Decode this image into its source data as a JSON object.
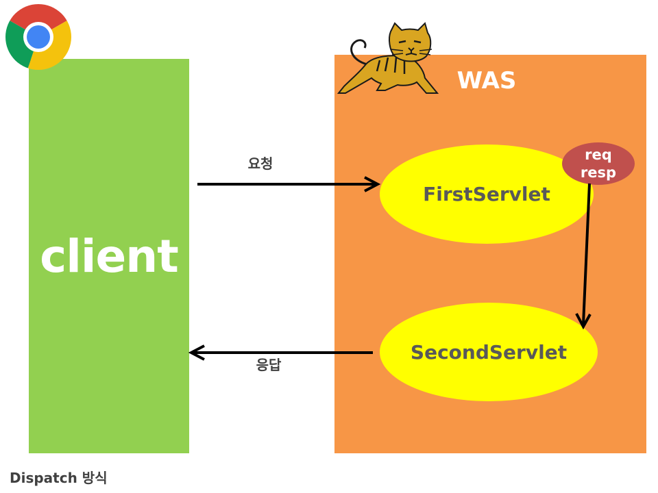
{
  "client": {
    "label": "client"
  },
  "was": {
    "label": "WAS"
  },
  "servlets": {
    "first": "FirstServlet",
    "second": "SecondServlet"
  },
  "shared_objects": {
    "line1": "req",
    "line2": "resp"
  },
  "arrows": {
    "request_label": "요청",
    "response_label": "응답"
  },
  "caption": "Dispatch 방식",
  "colors": {
    "client": "#92d050",
    "was": "#f79646",
    "servlet": "#ffff00",
    "req_resp": "#c0504d"
  },
  "icons": {
    "browser": "chrome-icon",
    "server": "tomcat-icon"
  }
}
